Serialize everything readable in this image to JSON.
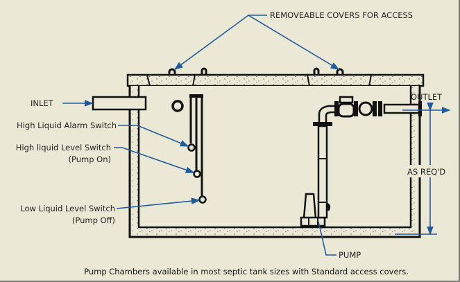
{
  "diagram": {
    "title": "Pump Chamber Cross Section",
    "labels": {
      "covers": "REMOVEABLE COVERS FOR ACCESS",
      "inlet": "INLET",
      "outlet": "OUTLET",
      "alarm_switch": "High Liquid Alarm Switch",
      "high_switch": "High liquid Level Switch",
      "high_switch_note": "(Pump On)",
      "low_switch": "Low Liquid Level Switch",
      "low_switch_note": "(Pump Off)",
      "dimension": "AS REQ'D",
      "pump": "PUMP"
    },
    "caption": "Pump Chambers available in most septic tank sizes with Standard access covers.",
    "colors": {
      "background": "#ebe9d5",
      "leader": "#1d5a9e",
      "outline": "#111111"
    }
  }
}
